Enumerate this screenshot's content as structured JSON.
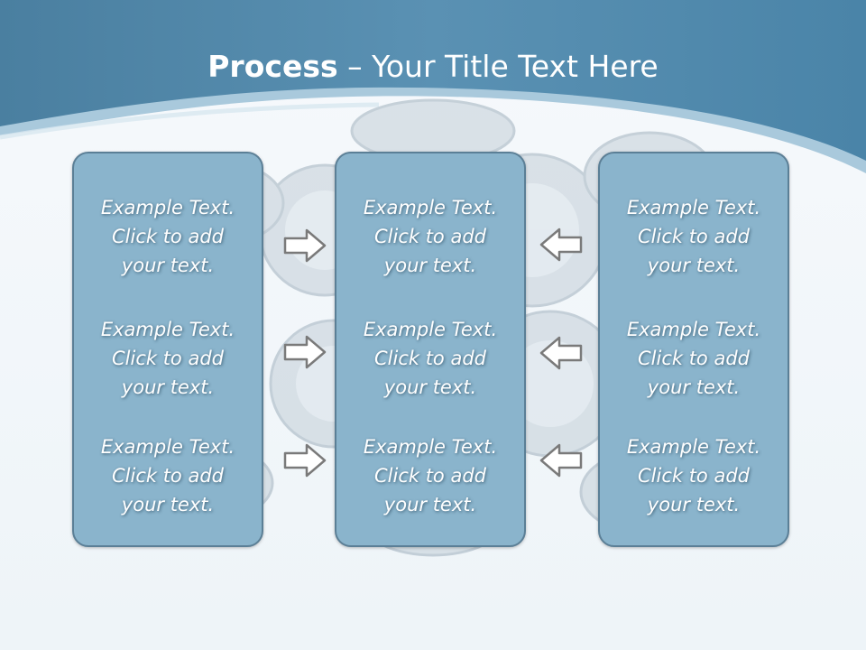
{
  "title": {
    "bold": "Process",
    "rest": " – Your Title Text Here"
  },
  "colors": {
    "header": "#4f87a8",
    "panel": "#8ab4cc",
    "panel_border": "#5b7f96",
    "arrow_fill": "#ffffff",
    "arrow_stroke": "#7a7a7a"
  },
  "panels": [
    {
      "items": [
        {
          "line1": "Example Text.",
          "line2": "Click  to add",
          "line3": "your text."
        },
        {
          "line1": "Example Text.",
          "line2": "Click  to add",
          "line3": "your text."
        },
        {
          "line1": "Example Text.",
          "line2": "Click  to add",
          "line3": "your text."
        }
      ]
    },
    {
      "items": [
        {
          "line1": "Example Text.",
          "line2": "Click  to add",
          "line3": "your text."
        },
        {
          "line1": "Example Text.",
          "line2": "Click  to add",
          "line3": "your text."
        },
        {
          "line1": "Example Text.",
          "line2": "Click  to add",
          "line3": "your text."
        }
      ]
    },
    {
      "items": [
        {
          "line1": "Example Text.",
          "line2": "Click  to add",
          "line3": "your text."
        },
        {
          "line1": "Example Text.",
          "line2": "Click  to add",
          "line3": "your text."
        },
        {
          "line1": "Example Text.",
          "line2": "Click  to add",
          "line3": "your text."
        }
      ]
    }
  ],
  "arrows": {
    "left_group": "arrow-right-icon",
    "right_group": "arrow-left-icon"
  }
}
